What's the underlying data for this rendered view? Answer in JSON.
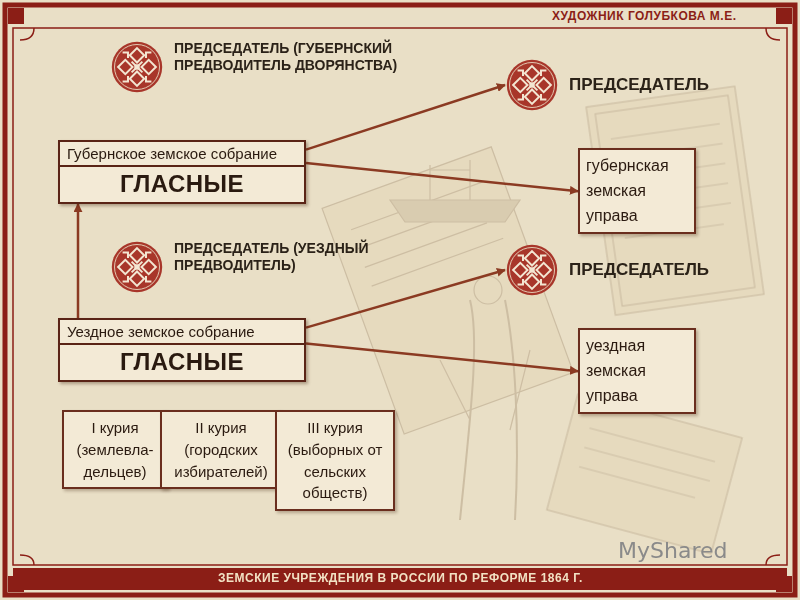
{
  "diagram": {
    "nodes": [
      {
        "text": [
          "ПРЕДСЕДАТЕЛЬ (ГУБЕРНСКИЙ ПРЕДВОДИТЕЛЬ ДВОРЯНСТВА)"
        ]
      },
      {
        "text": [
          "Губернское земское собрание",
          "ГЛАСНЫЕ"
        ]
      },
      {
        "text": [
          "ПРЕДСЕДАТЕЛЬ"
        ]
      },
      {
        "text": [
          "губернская земская управа"
        ]
      },
      {
        "text": [
          "ПРЕДСЕДАТЕЛЬ (УЕЗДНЫЙ ПРЕДВОДИТЕЛЬ)"
        ]
      },
      {
        "text": [
          "ПРЕДСЕДАТЕЛЬ"
        ]
      },
      {
        "text": [
          "Уездное земское собрание",
          "ГЛАСНЫЕ"
        ]
      },
      {
        "text": [
          "уездная земская управа"
        ]
      },
      {
        "text": [
          "I курия (землевла-дельцев)"
        ]
      },
      {
        "text": [
          "II курия (городских избирателей)"
        ]
      },
      {
        "text": [
          "III курия (выборных от сельских обществ)"
        ]
      }
    ],
    "edges": [
      {
        "from": 6,
        "to": 1,
        "arrow": "to"
      },
      {
        "from": 1,
        "to": 2,
        "arrow": "to"
      },
      {
        "from": 1,
        "to": 3,
        "arrow": "to"
      },
      {
        "from": 6,
        "to": 5,
        "arrow": "to"
      },
      {
        "from": 6,
        "to": 7,
        "arrow": "to"
      }
    ],
    "labels": [
      "ХУДОЖНИК ГОЛУБКОВА М.Е.",
      "ЗЕМСКИЕ УЧРЕЖДЕНИЯ В РОССИИ ПО РЕФОРМЕ 1864 Г.",
      "MyShared"
    ]
  }
}
